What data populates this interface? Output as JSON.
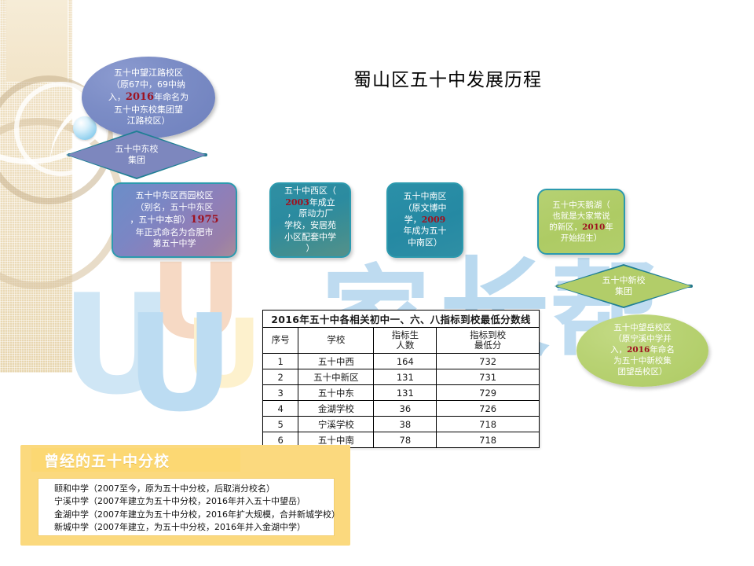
{
  "slide": {
    "title": "蜀山区五十中发展历程",
    "accent_teal": "#2c9aae",
    "accent_green": "#b2cd69",
    "accent_blue": "#7d87be",
    "accent_yellow": "#fbd97e",
    "highlight_red": "#9e1220"
  },
  "watermark": {
    "glyph_u_left": "U",
    "glyph_u_right": "U",
    "glyph_cn1": "家",
    "glyph_cn2": "长",
    "glyph_cn3": "帮"
  },
  "nodes": {
    "wangjiang_ellipse": {
      "line1": "五十中望江路校区",
      "line2": "（原67中，69中纳",
      "line3_pre": "入，",
      "line3_year": "2016",
      "line3_post": "年命名为",
      "line4": "五十中东校集团望",
      "line5": "江路校区）"
    },
    "east_group_diamond": {
      "line1": "五十中东校",
      "line2": "集团"
    },
    "xiyuan_box": {
      "line1": "五十中东区西园校区",
      "line2": "（别名，五十中东区",
      "line3_pre": "，五十中本部）",
      "line3_year": "1975",
      "line4": "年正式命名为合肥市",
      "line5": "第五十中学"
    },
    "west_box": {
      "line1": "五十中西区（",
      "line2_year": "2003",
      "line2_post": "年成立",
      "line3": "，  原动力厂",
      "line4": "学校，安居苑",
      "line5": "小区配套中学",
      "line6": "）"
    },
    "south_box": {
      "line1": "五十中南区",
      "line2": "（原文博中",
      "line3_pre": "学，",
      "line3_year": "2009",
      "line4": "年成为五十",
      "line5": "中南区）"
    },
    "swan_box": {
      "line1": "五十中天鹅湖（",
      "line2": "也就是大家常说",
      "line3_pre": "的新区，",
      "line3_year": "2010",
      "line3_post": "年",
      "line4": "开始招生）"
    },
    "new_group_diamond": {
      "line1": "五十中新校",
      "line2": "集团"
    },
    "wangyue_ellipse": {
      "line1": "五十中望岳校区",
      "line2": "（原宁溪中学并",
      "line3_pre": "入，",
      "line3_year": "2016",
      "line3_post": "年命名",
      "line4": "为五十中新校集",
      "line5": "团望岳校区）"
    }
  },
  "score_table": {
    "title": "2016年五十中各相关初中一、六、八指标到校最低分数线",
    "headers": [
      "序号",
      "学校",
      "指标生\n人数",
      "指标到校\n最低分"
    ],
    "header_parts": [
      {
        "main": "序号",
        "sub": ""
      },
      {
        "main": "学校",
        "sub": ""
      },
      {
        "main": "指标生",
        "sub": "人数"
      },
      {
        "main": "指标到校",
        "sub": "最低分"
      }
    ],
    "rows": [
      {
        "no": "1",
        "school": "五十中西",
        "count": "164",
        "min_score": "732"
      },
      {
        "no": "2",
        "school": "五十中新区",
        "count": "131",
        "min_score": "731"
      },
      {
        "no": "3",
        "school": "五十中东",
        "count": "131",
        "min_score": "729"
      },
      {
        "no": "4",
        "school": "金湖学校",
        "count": "36",
        "min_score": "726"
      },
      {
        "no": "5",
        "school": "宁溪学校",
        "count": "38",
        "min_score": "718"
      },
      {
        "no": "6",
        "school": "五十中南",
        "count": "78",
        "min_score": "718"
      }
    ]
  },
  "former_branches": {
    "heading": "曾经的五十中分校",
    "items": [
      "颐和中学（2007至今，原为五十中分校，后取消分校名）",
      "宁溪中学（2007年建立为五十中分校，2016年并入五十中望岳）",
      "金湖中学（2007年建立为五十中分校，2016年扩大规模，合并新城学校）",
      "新城中学（2007年建立，为五十中分校，2016年并入金湖中学）"
    ]
  }
}
